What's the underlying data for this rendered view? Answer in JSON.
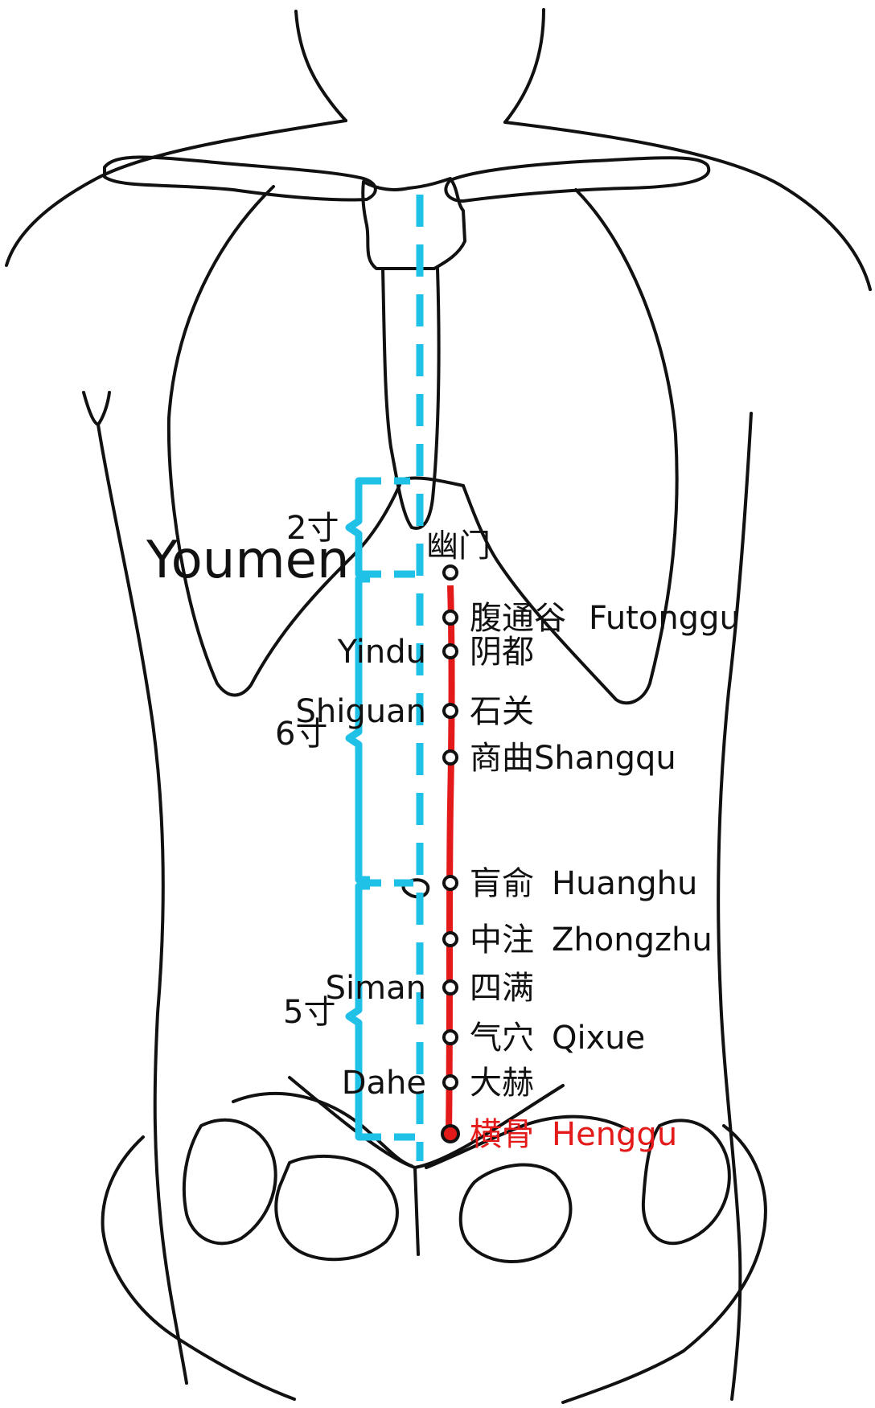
{
  "colors": {
    "meridian": "#e41a1a",
    "guide": "#1fc1e6",
    "outline": "#111111",
    "highlight_point": "#e41a1a"
  },
  "labels": {
    "youmen_latin": "Youmen",
    "measure_2": "2寸",
    "measure_6": "6寸",
    "measure_5": "5寸"
  },
  "points": [
    {
      "chinese": "幽门",
      "pinyin": "",
      "pinyin_side": "none",
      "highlight": false
    },
    {
      "chinese": "腹通谷",
      "pinyin": "Futonggu",
      "pinyin_side": "right",
      "highlight": false
    },
    {
      "chinese": "阴都",
      "pinyin": "Yindu",
      "pinyin_side": "left",
      "highlight": false
    },
    {
      "chinese": "石关",
      "pinyin": "Shiguan",
      "pinyin_side": "left",
      "highlight": false
    },
    {
      "chinese": "商曲",
      "pinyin": "Shangqu",
      "pinyin_side": "right-tight",
      "highlight": false
    },
    {
      "chinese": "肓俞",
      "pinyin": "Huanghu",
      "pinyin_side": "right",
      "highlight": false
    },
    {
      "chinese": "中注",
      "pinyin": "Zhongzhu",
      "pinyin_side": "right",
      "highlight": false
    },
    {
      "chinese": "四满",
      "pinyin": "Siman",
      "pinyin_side": "left",
      "highlight": false
    },
    {
      "chinese": "气穴",
      "pinyin": "Qixue",
      "pinyin_side": "right",
      "highlight": false
    },
    {
      "chinese": "大赫",
      "pinyin": "Dahe",
      "pinyin_side": "left",
      "highlight": false
    },
    {
      "chinese": "横骨",
      "pinyin": "Henggu",
      "pinyin_side": "right",
      "highlight": true
    }
  ]
}
